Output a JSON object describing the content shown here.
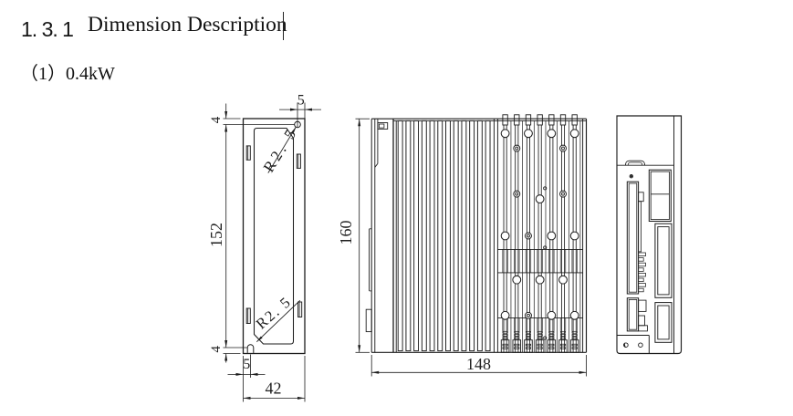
{
  "document": {
    "heading_number": "1. 3. 1",
    "heading_title": "Dimension Description",
    "subheading": "（1）0.4kW"
  },
  "dims": {
    "back_top_offset": "4",
    "back_top_hole": "5",
    "back_hole_span": "152",
    "back_bottom_offset": "4",
    "back_bottom_hole": "5",
    "back_width": "42",
    "radius_top": "R2. 5",
    "radius_bottom": "R2. 5",
    "side_height": "160",
    "side_width": "148"
  },
  "drawing": {
    "views": [
      {
        "name": "back-view",
        "description": "mounting face with slotted holes"
      },
      {
        "name": "side-view",
        "description": "heat-sink fins side"
      },
      {
        "name": "front-view",
        "description": "connector face"
      }
    ],
    "unit": "mm"
  },
  "colors": {
    "background": "#ffffff",
    "line": "#1c1c1c",
    "text": "#111111"
  }
}
